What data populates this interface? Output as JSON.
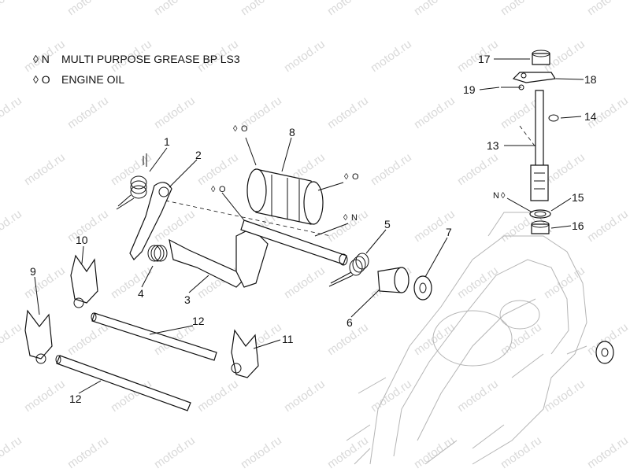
{
  "legend": [
    {
      "symbol": "◊ N",
      "text": "MULTI PURPOSE GREASE BP LS3"
    },
    {
      "symbol": "◊ O",
      "text": "ENGINE OIL"
    }
  ],
  "watermark": "motod.ru",
  "callouts": {
    "c1": "1",
    "c2": "2",
    "c3": "3",
    "c4": "4",
    "c5": "5",
    "c6": "6",
    "c7": "7",
    "c8": "8",
    "c9": "9",
    "c10": "10",
    "c11": "11",
    "c12a": "12",
    "c12b": "12",
    "c13": "13",
    "c14": "14",
    "c15": "15",
    "c16": "16",
    "c17": "17",
    "c18": "18",
    "c19": "19"
  },
  "lube_marks": {
    "drum_top": "O",
    "drum_right": "O",
    "arm": "O",
    "shaft_end": "N",
    "seal": "N"
  }
}
